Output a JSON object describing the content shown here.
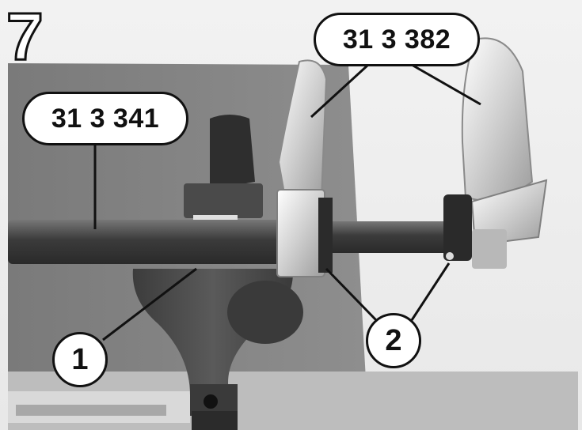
{
  "figure": {
    "step_number": "7",
    "tool_label_left": "31 3 341",
    "tool_label_right": "31 3 382",
    "callout_1": "1",
    "callout_2": "2"
  }
}
